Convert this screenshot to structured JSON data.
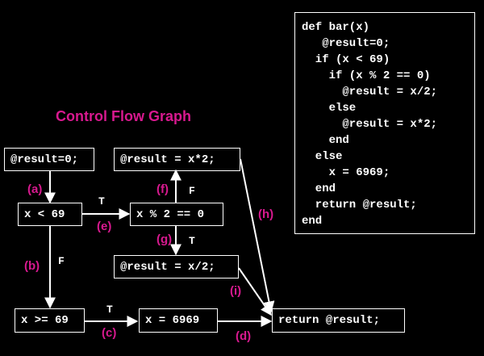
{
  "title": "Control Flow Graph",
  "code_lines": [
    "def bar(x)",
    "   @result=0;",
    "  if (x < 69)",
    "    if (x % 2 == 0)",
    "      @result = x/2;",
    "    else",
    "      @result = x*2;",
    "    end",
    "  else",
    "    x = 6969;",
    "  end",
    "  return @result;",
    "end"
  ],
  "nodes": {
    "init": "@result=0;",
    "cond_lt": "x < 69",
    "cond_mod": "x % 2 == 0",
    "assign_times2": "@result = x*2;",
    "assign_div2": "@result = x/2;",
    "cond_ge": "x >= 69",
    "assign_6969": "x = 6969",
    "return": "return @result;"
  },
  "edge_labels": {
    "a": "(a)",
    "b": "(b)",
    "c": "(c)",
    "d": "(d)",
    "e": "(e)",
    "f": "(f)",
    "g": "(g)",
    "h": "(h)",
    "i": "(i)"
  },
  "branch_labels": {
    "lt_true": "T",
    "lt_false": "F",
    "mod_false": "F",
    "mod_true": "T",
    "ge_true": "T"
  },
  "colors": {
    "accent": "#d8198f",
    "line": "#ffffff",
    "background": "#000000"
  }
}
